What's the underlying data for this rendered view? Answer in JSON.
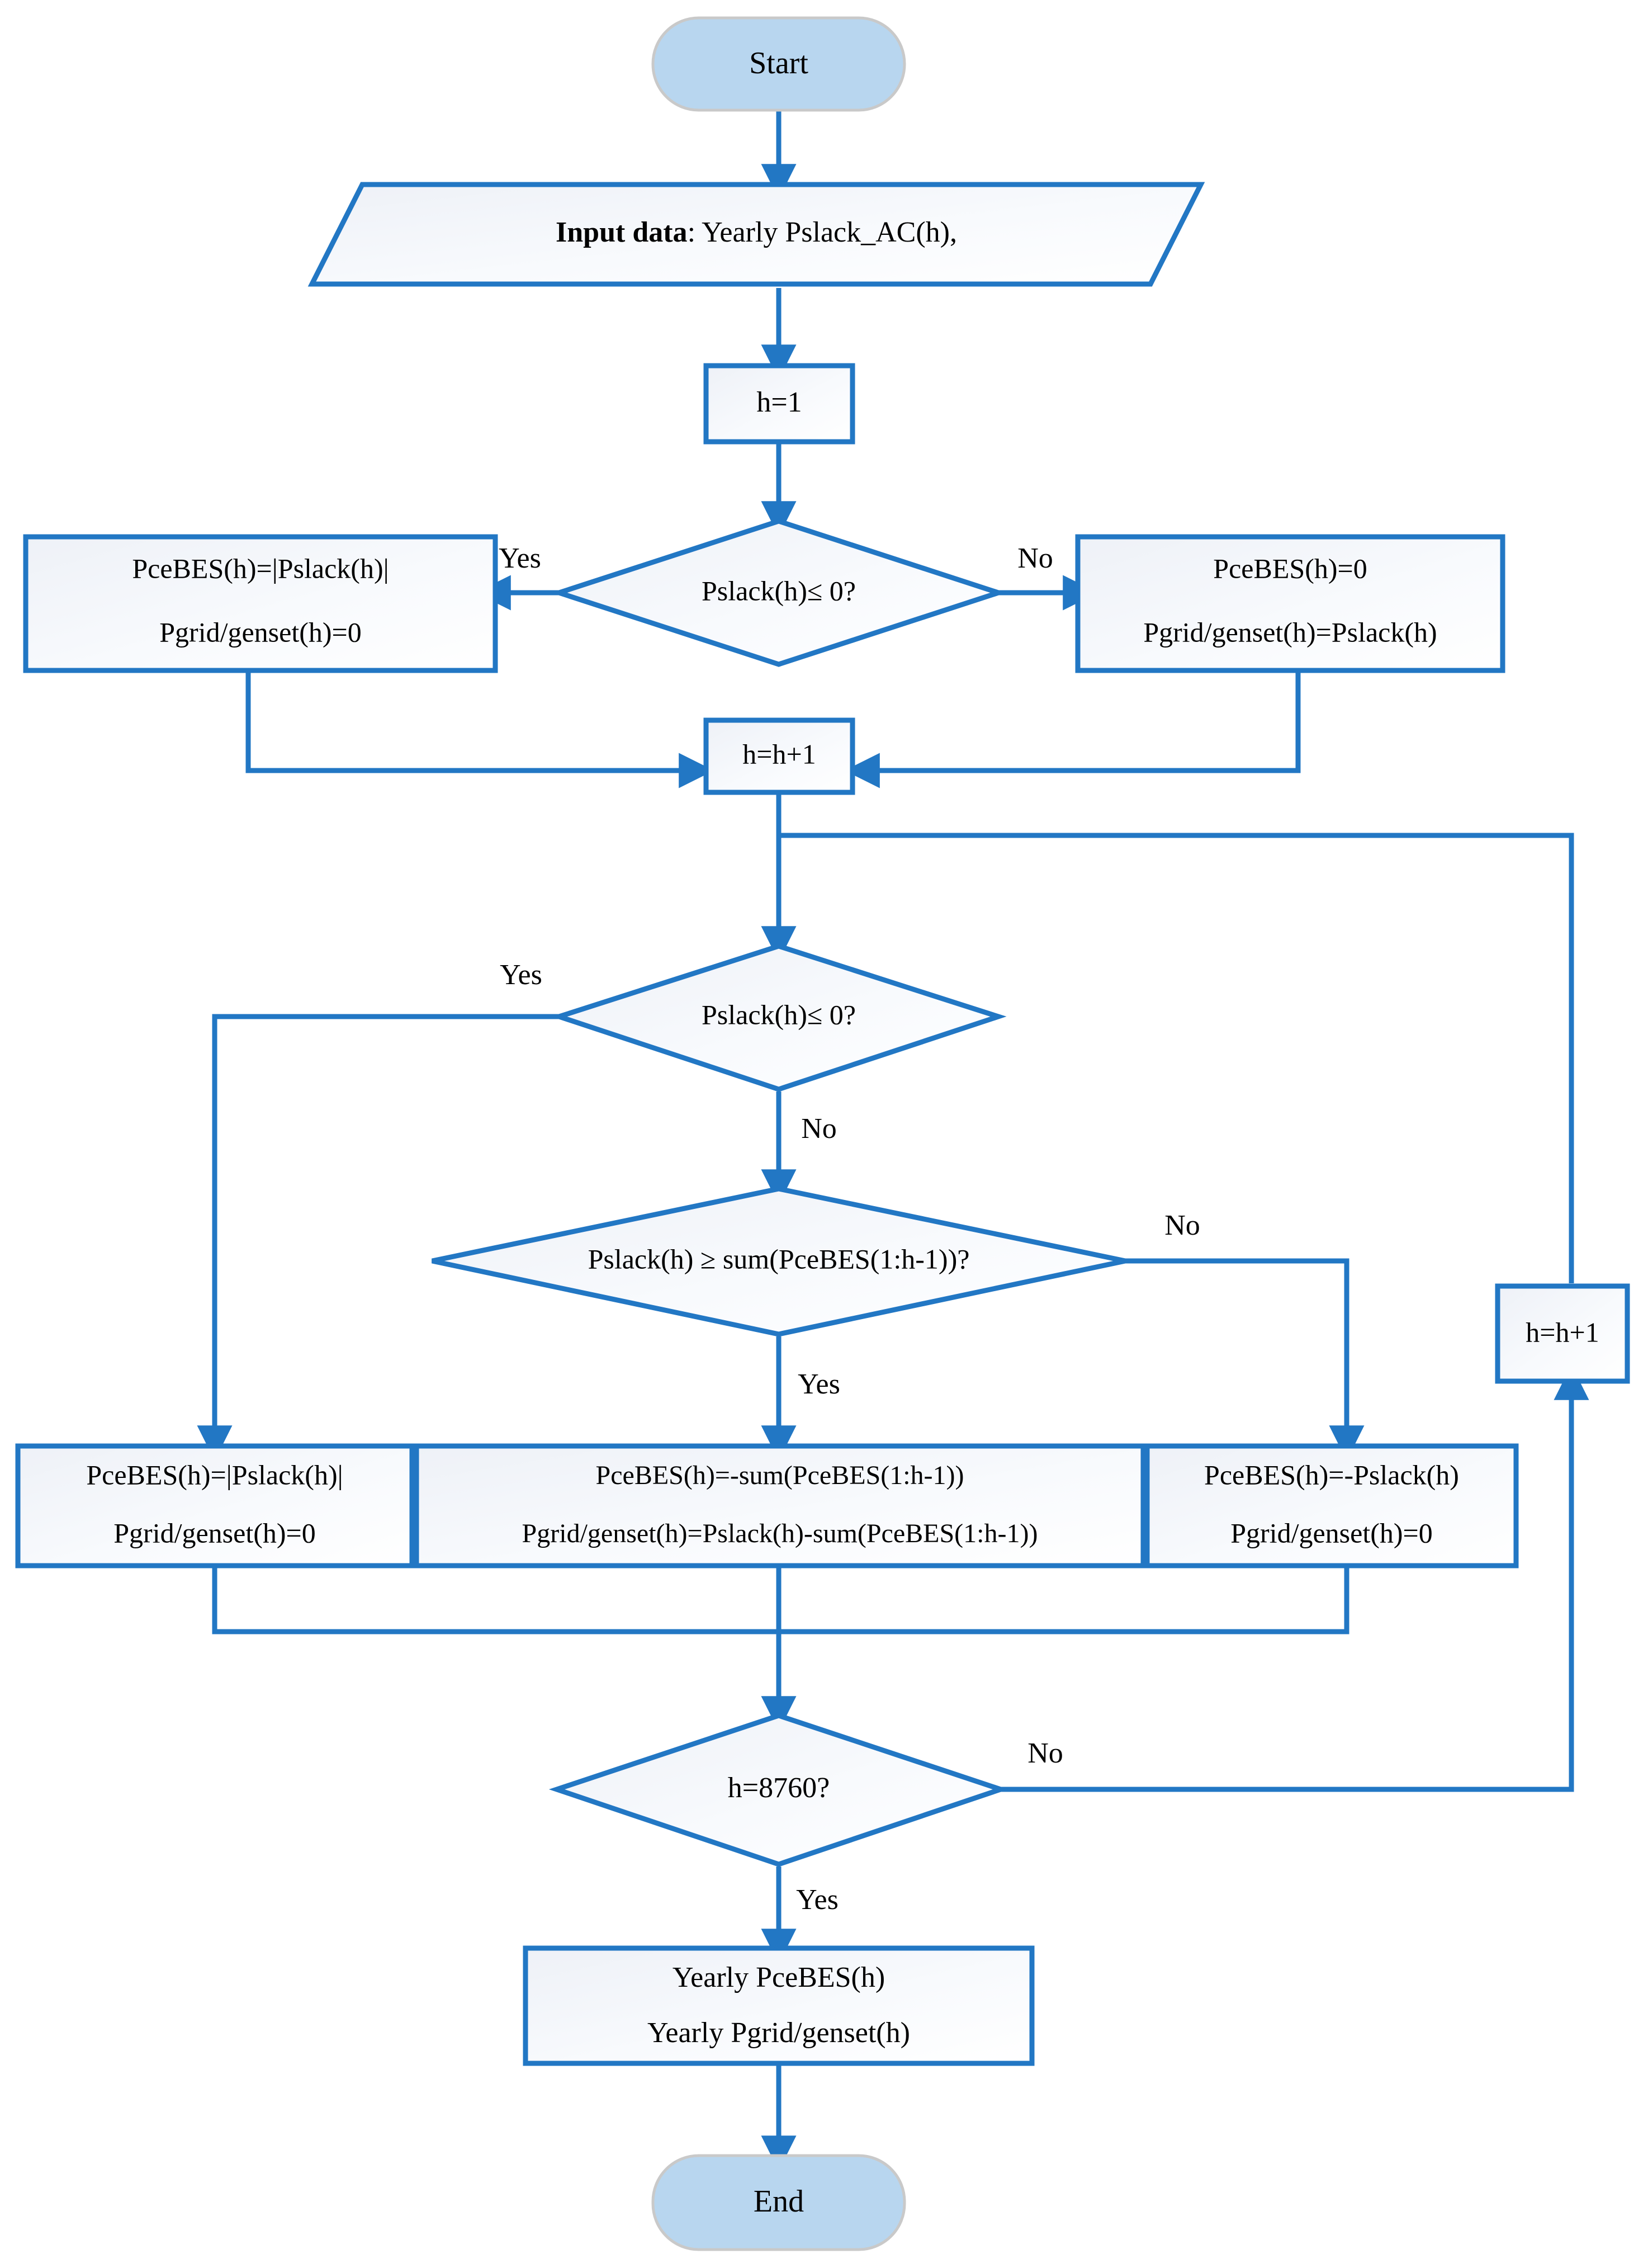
{
  "diagram": {
    "title": "BES dispatch flowchart",
    "colors": {
      "connector": "#2277c4",
      "terminator_fill": "#b8d6ef",
      "terminator_stroke": "#c9c9c9",
      "node_stroke": "#2277c4",
      "node_fill": "#f4f7fb",
      "text": "#000000",
      "background": "#ffffff"
    }
  },
  "nodes": {
    "start": {
      "label": "Start"
    },
    "input": {
      "label_bold": "Input data",
      "label_rest": ": Yearly Pslack_AC(h),"
    },
    "init": {
      "label": "h=1"
    },
    "decision1": {
      "label": "Pslack(h)≤ 0?"
    },
    "box_left_1": {
      "line1": "PceBES(h)=|Pslack(h)|",
      "line2": "Pgrid/genset(h)=0"
    },
    "box_right_1": {
      "line1": "PceBES(h)=0",
      "line2": "Pgrid/genset(h)=Pslack(h)"
    },
    "increment_mid": {
      "label": "h=h+1"
    },
    "decision2": {
      "label": "Pslack(h)≤ 0?"
    },
    "decision3": {
      "label": "Pslack(h) ≥ sum(PceBES(1:h-1))?"
    },
    "box_left_2": {
      "line1": "PceBES(h)=|Pslack(h)|",
      "line2": "Pgrid/genset(h)=0"
    },
    "box_mid_2": {
      "line1": "PceBES(h)=-sum(PceBES(1:h-1))",
      "line2": "Pgrid/genset(h)=Pslack(h)-sum(PceBES(1:h-1))"
    },
    "box_right_2": {
      "line1": "PceBES(h)=-Pslack(h)",
      "line2": "Pgrid/genset(h)=0"
    },
    "increment_right": {
      "label": "h=h+1"
    },
    "decision4": {
      "label": "h=8760?"
    },
    "output": {
      "line1": "Yearly PceBES(h)",
      "line2": "Yearly Pgrid/genset(h)"
    },
    "end": {
      "label": "End"
    }
  },
  "edge_labels": {
    "d1_yes": "Yes",
    "d1_no": "No",
    "d2_yes": "Yes",
    "d2_no": "No",
    "d3_yes": "Yes",
    "d3_no": "No",
    "d4_yes": "Yes",
    "d4_no": "No"
  }
}
